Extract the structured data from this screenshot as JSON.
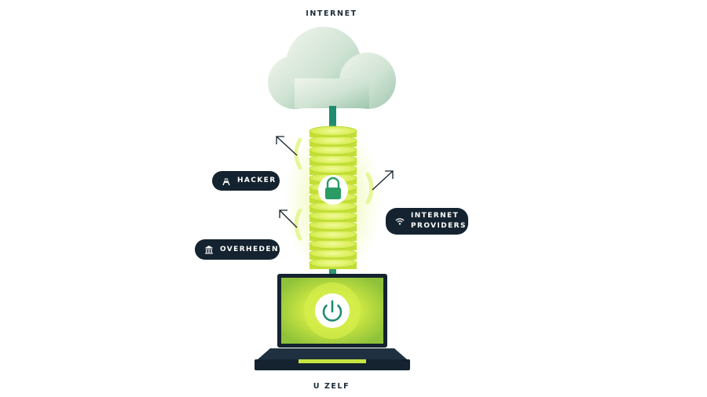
{
  "labels": {
    "top": "INTERNET",
    "bottom": "U ZELF"
  },
  "threats": {
    "hacker": "HACKER",
    "overheden": "OVERHEDEN",
    "providers": "INTERNET\nPROVIDERS"
  },
  "icons": {
    "hacker": "hacker-icon",
    "overheden": "government-building-icon",
    "providers": "wifi-icon",
    "tunnel": "padlock-icon",
    "laptop": "power-icon",
    "cloud": "cloud-icon"
  },
  "colors": {
    "pill_bg": "#14232f",
    "tunnel_green": "#d8f24a",
    "connector_teal": "#1e8c6e",
    "cloud_light": "#e7efe4",
    "cloud_shade": "#a9cbb6",
    "laptop_frame": "#14232f"
  }
}
